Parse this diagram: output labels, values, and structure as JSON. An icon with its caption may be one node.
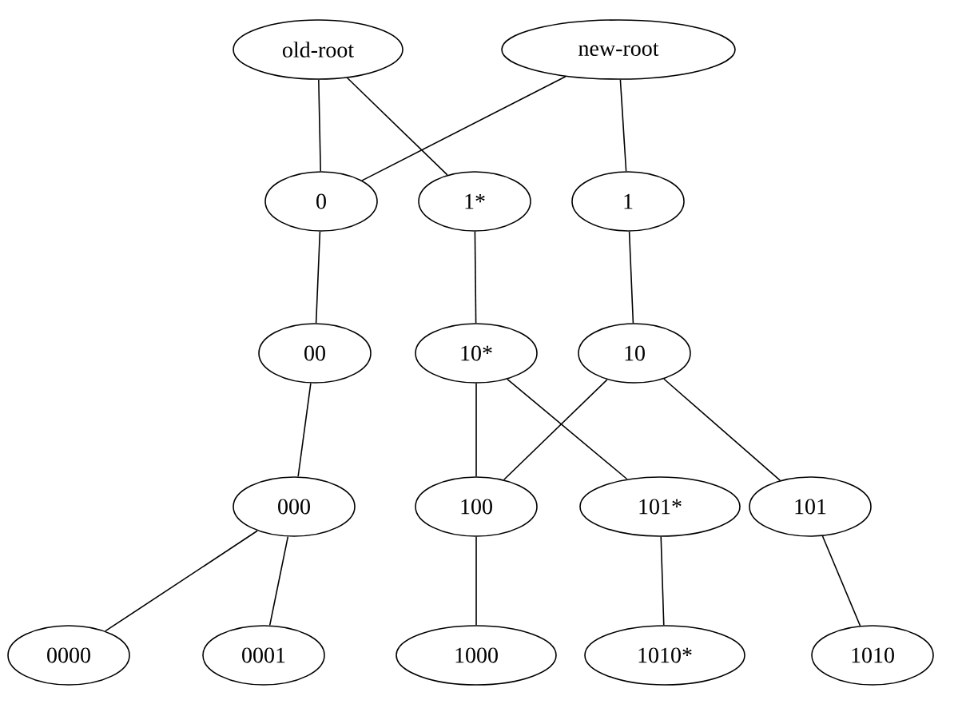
{
  "diagram": {
    "nodes": [
      {
        "text": [
          "old-root"
        ]
      },
      {
        "text": [
          "new-root"
        ]
      },
      {
        "text": [
          "0"
        ]
      },
      {
        "text": [
          "1*"
        ]
      },
      {
        "text": [
          "1"
        ]
      },
      {
        "text": [
          "00"
        ]
      },
      {
        "text": [
          "10*"
        ]
      },
      {
        "text": [
          "10"
        ]
      },
      {
        "text": [
          "000"
        ]
      },
      {
        "text": [
          "100"
        ]
      },
      {
        "text": [
          "101*"
        ]
      },
      {
        "text": [
          "101"
        ]
      },
      {
        "text": [
          "0000"
        ]
      },
      {
        "text": [
          "0001"
        ]
      },
      {
        "text": [
          "1000"
        ]
      },
      {
        "text": [
          "1010*"
        ]
      },
      {
        "text": [
          "1010"
        ]
      }
    ],
    "edges": [
      {
        "from": 0,
        "to": 2,
        "arrow": "none"
      },
      {
        "from": 0,
        "to": 3,
        "arrow": "none"
      },
      {
        "from": 1,
        "to": 2,
        "arrow": "none"
      },
      {
        "from": 1,
        "to": 4,
        "arrow": "none"
      },
      {
        "from": 2,
        "to": 5,
        "arrow": "none"
      },
      {
        "from": 3,
        "to": 6,
        "arrow": "none"
      },
      {
        "from": 4,
        "to": 7,
        "arrow": "none"
      },
      {
        "from": 5,
        "to": 8,
        "arrow": "none"
      },
      {
        "from": 6,
        "to": 9,
        "arrow": "none"
      },
      {
        "from": 6,
        "to": 10,
        "arrow": "none"
      },
      {
        "from": 7,
        "to": 9,
        "arrow": "none"
      },
      {
        "from": 7,
        "to": 11,
        "arrow": "none"
      },
      {
        "from": 8,
        "to": 12,
        "arrow": "none"
      },
      {
        "from": 8,
        "to": 13,
        "arrow": "none"
      },
      {
        "from": 9,
        "to": 14,
        "arrow": "none"
      },
      {
        "from": 10,
        "to": 15,
        "arrow": "none"
      },
      {
        "from": 11,
        "to": 16,
        "arrow": "none"
      }
    ]
  }
}
